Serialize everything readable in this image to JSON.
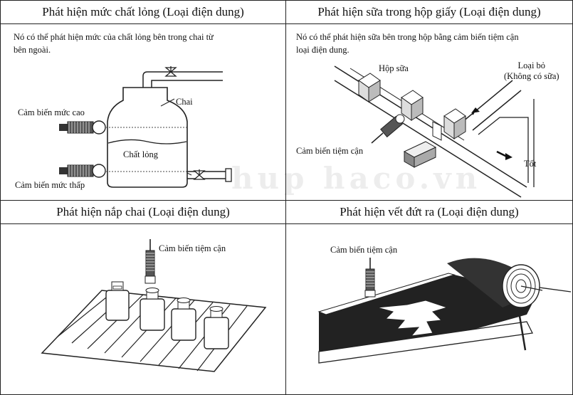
{
  "panels": {
    "liquid": {
      "title": "Phát hiện mức chất lỏng (Loại điện dung)",
      "desc_line1": "Nó có thể phát hiện mức của chất lỏng bên trong chai từ",
      "desc_line2": "bên ngoài.",
      "label_bottle": "Chai",
      "label_liquid": "Chất lỏng",
      "label_high": "Cảm biến mức cao",
      "label_low": "Cảm biến mức thấp"
    },
    "milk": {
      "title": "Phát hiện sữa trong hộp giấy (Loại điện dung)",
      "desc_line1": "Nó có thể phát hiện sữa bên trong hộp bằng cảm biến tiệm cận",
      "desc_line2": "loại điện dung.",
      "label_box": "Hộp sữa",
      "label_reject1": "Loại bỏ",
      "label_reject2": "(Không có sữa)",
      "label_sensor": "Cảm biến tiệm cận",
      "label_good": "Tốt"
    },
    "cap": {
      "title": "Phát hiện nắp chai (Loại điện dung)",
      "label_sensor": "Cảm biến tiệm cận"
    },
    "tear": {
      "title": "Phát hiện vết đứt ra (Loại điện dung)",
      "label_sensor": "Cảm biến tiệm cận"
    }
  },
  "watermark": "hup haco.vn"
}
